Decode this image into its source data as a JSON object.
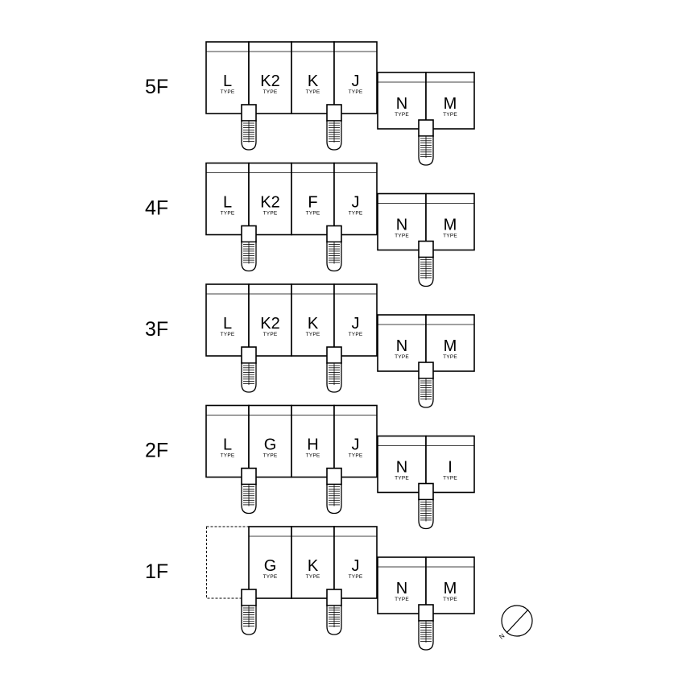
{
  "unit_subtitle": "TYPE",
  "floors": [
    {
      "label": "5F",
      "left_units": [
        "L",
        "K2",
        "K",
        "J"
      ],
      "right_units": [
        "N",
        "M"
      ],
      "missing_first": false
    },
    {
      "label": "4F",
      "left_units": [
        "L",
        "K2",
        "F",
        "J"
      ],
      "right_units": [
        "N",
        "M"
      ],
      "missing_first": false
    },
    {
      "label": "3F",
      "left_units": [
        "L",
        "K2",
        "K",
        "J"
      ],
      "right_units": [
        "N",
        "M"
      ],
      "missing_first": false
    },
    {
      "label": "2F",
      "left_units": [
        "L",
        "G",
        "H",
        "J"
      ],
      "right_units": [
        "N",
        "I"
      ],
      "missing_first": false
    },
    {
      "label": "1F",
      "left_units": [
        "",
        "G",
        "K",
        "J"
      ],
      "right_units": [
        "N",
        "M"
      ],
      "missing_first": true
    }
  ],
  "compass": {
    "icon": "north-arrow-icon",
    "letter": "N"
  }
}
